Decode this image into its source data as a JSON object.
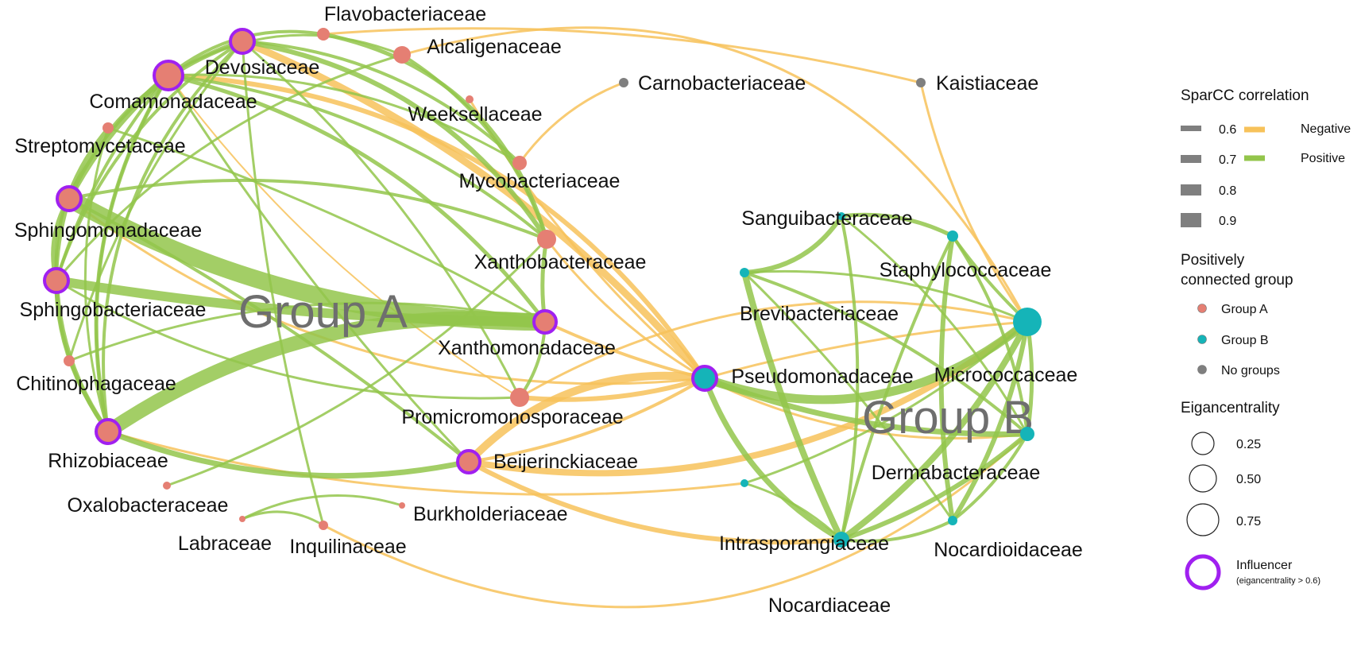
{
  "colors": {
    "negative": "#f7c25a",
    "positive": "#93c54b",
    "group_a": "#e57f73",
    "group_b": "#15b4b8",
    "no_group": "#7f7f7f",
    "influencer_ring": "#a020f0"
  },
  "group_labels": {
    "group_a": "Group A",
    "group_b": "Group B"
  },
  "legend": {
    "sparcc_title": "SparCC correlation",
    "width_items": [
      "0.6",
      "0.7",
      "0.8",
      "0.9"
    ],
    "sign_items": [
      "Negative",
      "Positive"
    ],
    "group_title_line1": "Positively",
    "group_title_line2": "connected  group",
    "group_items": [
      "Group A",
      "Group B",
      "No groups"
    ],
    "eigen_title": "Eigancentrality",
    "eigen_items": [
      "0.25",
      "0.50",
      "0.75"
    ],
    "influencer_label": "Influencer",
    "influencer_note": "(eigancentrality > 0.6)"
  },
  "chart_data": {
    "type": "network",
    "nodes": [
      {
        "id": "Devosiaceae",
        "group": "A",
        "influencer": true
      },
      {
        "id": "Comamonadaceae",
        "group": "A",
        "influencer": true
      },
      {
        "id": "Flavobacteriaceae",
        "group": "A",
        "influencer": false
      },
      {
        "id": "Alcaligenaceae",
        "group": "A",
        "influencer": false
      },
      {
        "id": "Weeksellaceae",
        "group": "A",
        "influencer": false
      },
      {
        "id": "Streptomycetaceae",
        "group": "A",
        "influencer": false
      },
      {
        "id": "Mycobacteriaceae",
        "group": "A",
        "influencer": false
      },
      {
        "id": "Sphingomonadaceae",
        "group": "A",
        "influencer": true
      },
      {
        "id": "Xanthobacteraceae",
        "group": "A",
        "influencer": false
      },
      {
        "id": "Sphingobacteriaceae",
        "group": "A",
        "influencer": true
      },
      {
        "id": "Xanthomonadaceae",
        "group": "A",
        "influencer": true
      },
      {
        "id": "Chitinophagaceae",
        "group": "A",
        "influencer": false
      },
      {
        "id": "Promicromonosporaceae",
        "group": "A",
        "influencer": false
      },
      {
        "id": "Rhizobiaceae",
        "group": "A",
        "influencer": true
      },
      {
        "id": "Beijerinckiaceae",
        "group": "A",
        "influencer": true
      },
      {
        "id": "Oxalobacteraceae",
        "group": "A",
        "influencer": false
      },
      {
        "id": "Burkholderiaceae",
        "group": "A",
        "influencer": false
      },
      {
        "id": "Labraceae",
        "group": "A",
        "influencer": false
      },
      {
        "id": "Inquilinaceae",
        "group": "A",
        "influencer": false
      },
      {
        "id": "Carnobacteriaceae",
        "group": "none",
        "influencer": false
      },
      {
        "id": "Kaistiaceae",
        "group": "none",
        "influencer": false
      },
      {
        "id": "Sanguibacteraceae",
        "group": "B",
        "influencer": false
      },
      {
        "id": "Staphylococcaceae",
        "group": "B",
        "influencer": false
      },
      {
        "id": "Brevibacteriaceae",
        "group": "B",
        "influencer": false
      },
      {
        "id": "Pseudomonadaceae",
        "group": "B",
        "influencer": true
      },
      {
        "id": "Micrococcaceae",
        "group": "B",
        "influencer": false
      },
      {
        "id": "Dermabacteraceae",
        "group": "B",
        "influencer": false
      },
      {
        "id": "Intrasporangiaceae",
        "group": "B",
        "influencer": false
      },
      {
        "id": "Nocardioidaceae",
        "group": "B",
        "influencer": false
      },
      {
        "id": "Nocardiaceae",
        "group": "B",
        "influencer": false
      }
    ]
  }
}
